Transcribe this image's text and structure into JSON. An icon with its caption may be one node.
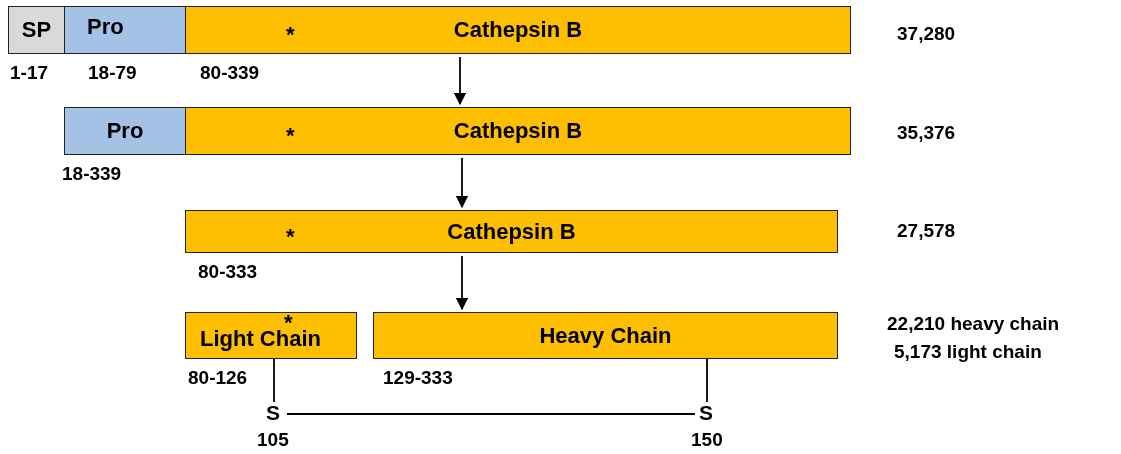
{
  "diagram": {
    "nodes": [
      {
        "text": [
          "SP"
        ],
        "beside": [
          "1-17"
        ]
      },
      {
        "text": [
          "Pro"
        ],
        "beside": [
          "18-79"
        ]
      },
      {
        "text": [
          "*",
          "Cathepsin B"
        ],
        "beside": [
          "80-339"
        ]
      },
      {
        "text": [
          "Pro"
        ],
        "beside": [
          "18-339"
        ]
      },
      {
        "text": [
          "*",
          "Cathepsin B"
        ]
      },
      {
        "text": [
          "*",
          "Cathepsin B"
        ],
        "beside": [
          "80-333"
        ]
      },
      {
        "text": [
          "*",
          "Light  Chain"
        ],
        "beside": [
          "80-126"
        ]
      },
      {
        "text": [
          "Heavy Chain"
        ],
        "beside": [
          "129-333"
        ]
      },
      {
        "text": [
          "S"
        ],
        "beside": [
          "105"
        ]
      },
      {
        "text": [
          "S"
        ],
        "beside": [
          "150"
        ]
      }
    ],
    "edges": [
      {
        "from": 2,
        "to": 4,
        "arrow": "to"
      },
      {
        "from": 4,
        "to": 5,
        "arrow": "to"
      },
      {
        "from": 5,
        "to": 7,
        "arrow": "to"
      },
      {
        "from": 6,
        "to": 8,
        "arrow": "none"
      },
      {
        "from": 7,
        "to": 9,
        "arrow": "none"
      },
      {
        "from": 8,
        "to": 9,
        "arrow": "none"
      }
    ],
    "labels": [
      "37,280",
      "35,376",
      "27,578",
      "22,210 heavy chain",
      "5,173 light chain"
    ]
  }
}
